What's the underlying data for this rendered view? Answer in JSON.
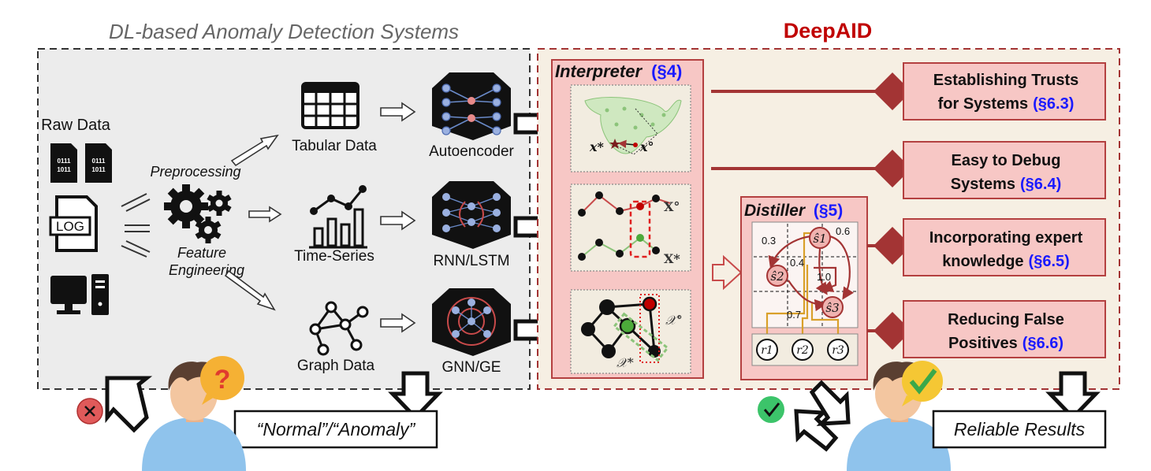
{
  "left_panel": {
    "title": "DL-based Anomaly Detection Systems",
    "raw_data_label": "Raw Data",
    "binary_digits": [
      "0111",
      "1011"
    ],
    "log_label": "LOG",
    "preprocessing_label": "Preprocessing",
    "feature_eng_line1": "Feature",
    "feature_eng_line2": "Engineering",
    "data_types": [
      "Tabular Data",
      "Time-Series",
      "Graph Data"
    ],
    "models": [
      "Autoencoder",
      "RNN/LSTM",
      "GNN/GE"
    ],
    "output_label": "“Normal”/“Anomaly”",
    "user_status_icon": "question-mark-bubble",
    "fail_badge_icon": "red-x-circle"
  },
  "deepaid": {
    "title": "DeepAID",
    "interpreter_label": "Interpreter",
    "interpreter_section": "(§4)",
    "distiller_label": "Distiller",
    "distiller_section": "(§5)",
    "tabular_point_labels": [
      "x*",
      "x°"
    ],
    "timeseries_labels": [
      "X°",
      "X*"
    ],
    "graph_labels": [
      "𝒳°",
      "𝒳*"
    ],
    "fsm_states": [
      "ŝ1",
      "ŝ2",
      "ŝ3"
    ],
    "fsm_probs": [
      "0.3",
      "0.6",
      "0.4",
      "1.0",
      "0.7"
    ],
    "rules": [
      "r1",
      "r2",
      "r3"
    ],
    "success_badge_icon": "green-check-circle",
    "user_status_icon": "check-mark-bubble"
  },
  "outcomes": [
    {
      "line1": "Establishing Trusts",
      "line2": "for Systems",
      "ref": "(§6.3)"
    },
    {
      "line1": "Easy to Debug",
      "line2": "Systems",
      "ref": "(§6.4)"
    },
    {
      "line1": "Incorporating expert",
      "line2": "knowledge",
      "ref": "(§6.5)"
    },
    {
      "line1": "Reducing False",
      "line2": "Positives",
      "ref": "(§6.6)"
    }
  ],
  "reliable_results_label": "Reliable Results",
  "colors": {
    "deepaid_red": "#c00000",
    "section_blue": "#1a1aff",
    "left_bg": "#ececec",
    "right_bg": "#f6efe3",
    "pink_box": "#f7c7c5",
    "pink_border": "#b44040",
    "connector": "#a33434"
  }
}
